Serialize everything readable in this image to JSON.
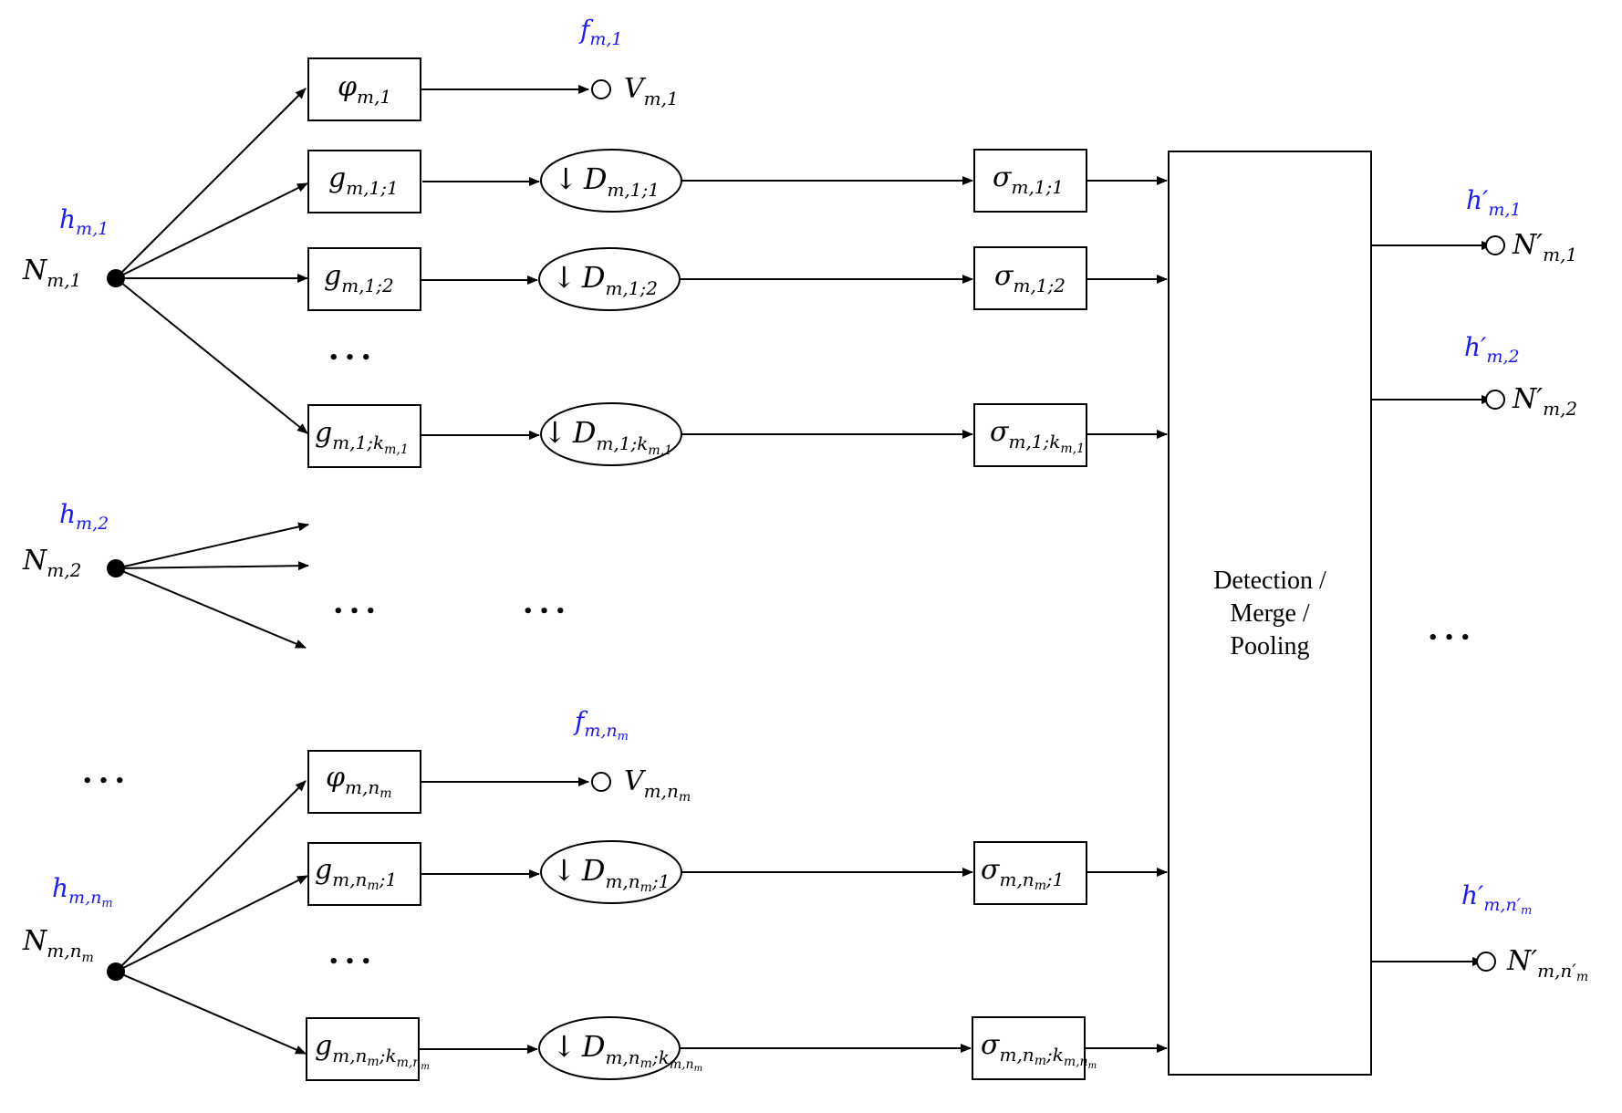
{
  "nodes": {
    "n1": {
      "label": "N",
      "sub": "m,1",
      "h_label": "h",
      "h_sub": "m,1"
    },
    "n2": {
      "label": "N",
      "sub": "m,2",
      "h_label": "h",
      "h_sub": "m,2"
    },
    "nn": {
      "label": "N",
      "sub": "m,n",
      "subsub": "m",
      "h_label": "h",
      "h_sub": "m,n",
      "h_subsub": "m"
    }
  },
  "outputs_v": {
    "v1": {
      "label": "V",
      "sub": "m,1",
      "f_label": "f",
      "f_sub": "m,1"
    },
    "vn": {
      "label": "V",
      "sub": "m,n",
      "subsub": "m",
      "f_label": "f",
      "f_sub": "m,n",
      "f_subsub": "m"
    }
  },
  "boxes": {
    "phi1": {
      "sym": "φ",
      "sub": "m,1"
    },
    "g11": {
      "sym": "g",
      "sub": "m,1;1"
    },
    "g12": {
      "sym": "g",
      "sub": "m,1;2"
    },
    "g1k": {
      "sym": "g",
      "sub": "m,1;k",
      "subsub": "m,1"
    },
    "phin": {
      "sym": "φ",
      "sub": "m,n",
      "subsub": "m"
    },
    "gn1": {
      "sym": "g",
      "sub": "m,n",
      "subsub": "m",
      "tail": ";1"
    },
    "gnk": {
      "sym": "g",
      "sub": "m,n",
      "subsub": "m",
      "tail": ";k",
      "tailsub": "m,n",
      "tailsubsub": "m"
    }
  },
  "downsamplers": {
    "d11": {
      "arrow": "↓",
      "sym": "D",
      "sub": "m,1;1"
    },
    "d12": {
      "arrow": "↓",
      "sym": "D",
      "sub": "m,1;2"
    },
    "d1k": {
      "arrow": "↓",
      "sym": "D",
      "sub": "m,1;k",
      "subsub": "m,1"
    },
    "dn1": {
      "arrow": "↓",
      "sym": "D",
      "sub": "m,n",
      "subsub": "m",
      "tail": ";1"
    },
    "dnk": {
      "arrow": "↓",
      "sym": "D",
      "sub": "m,n",
      "subsub": "m",
      "tail": ";k",
      "tailsub": "m,n",
      "tailsubsub": "m"
    }
  },
  "sigmas": {
    "s11": {
      "sym": "σ",
      "sub": "m,1;1"
    },
    "s12": {
      "sym": "σ",
      "sub": "m,1;2"
    },
    "s1k": {
      "sym": "σ",
      "sub": "m,1;k",
      "subsub": "m,1"
    },
    "sn1": {
      "sym": "σ",
      "sub": "m,n",
      "subsub": "m",
      "tail": ";1"
    },
    "snk": {
      "sym": "σ",
      "sub": "m,n",
      "subsub": "m",
      "tail": ";k",
      "tailsub": "m,n",
      "tailsubsub": "m"
    }
  },
  "merge_block": {
    "line1": "Detection /",
    "line2": "Merge /",
    "line3": "Pooling"
  },
  "outputs_n": {
    "o1": {
      "label": "N′",
      "sub": "m,1",
      "h_label": "h′",
      "h_sub": "m,1"
    },
    "o2": {
      "label": "N′",
      "sub": "m,2",
      "h_label": "h′",
      "h_sub": "m,2"
    },
    "on": {
      "label": "N′",
      "sub": "m,n′",
      "subsub": "m",
      "h_label": "h′",
      "h_sub": "m,n′",
      "h_subsub": "m"
    }
  },
  "ellipsis": "• • •"
}
